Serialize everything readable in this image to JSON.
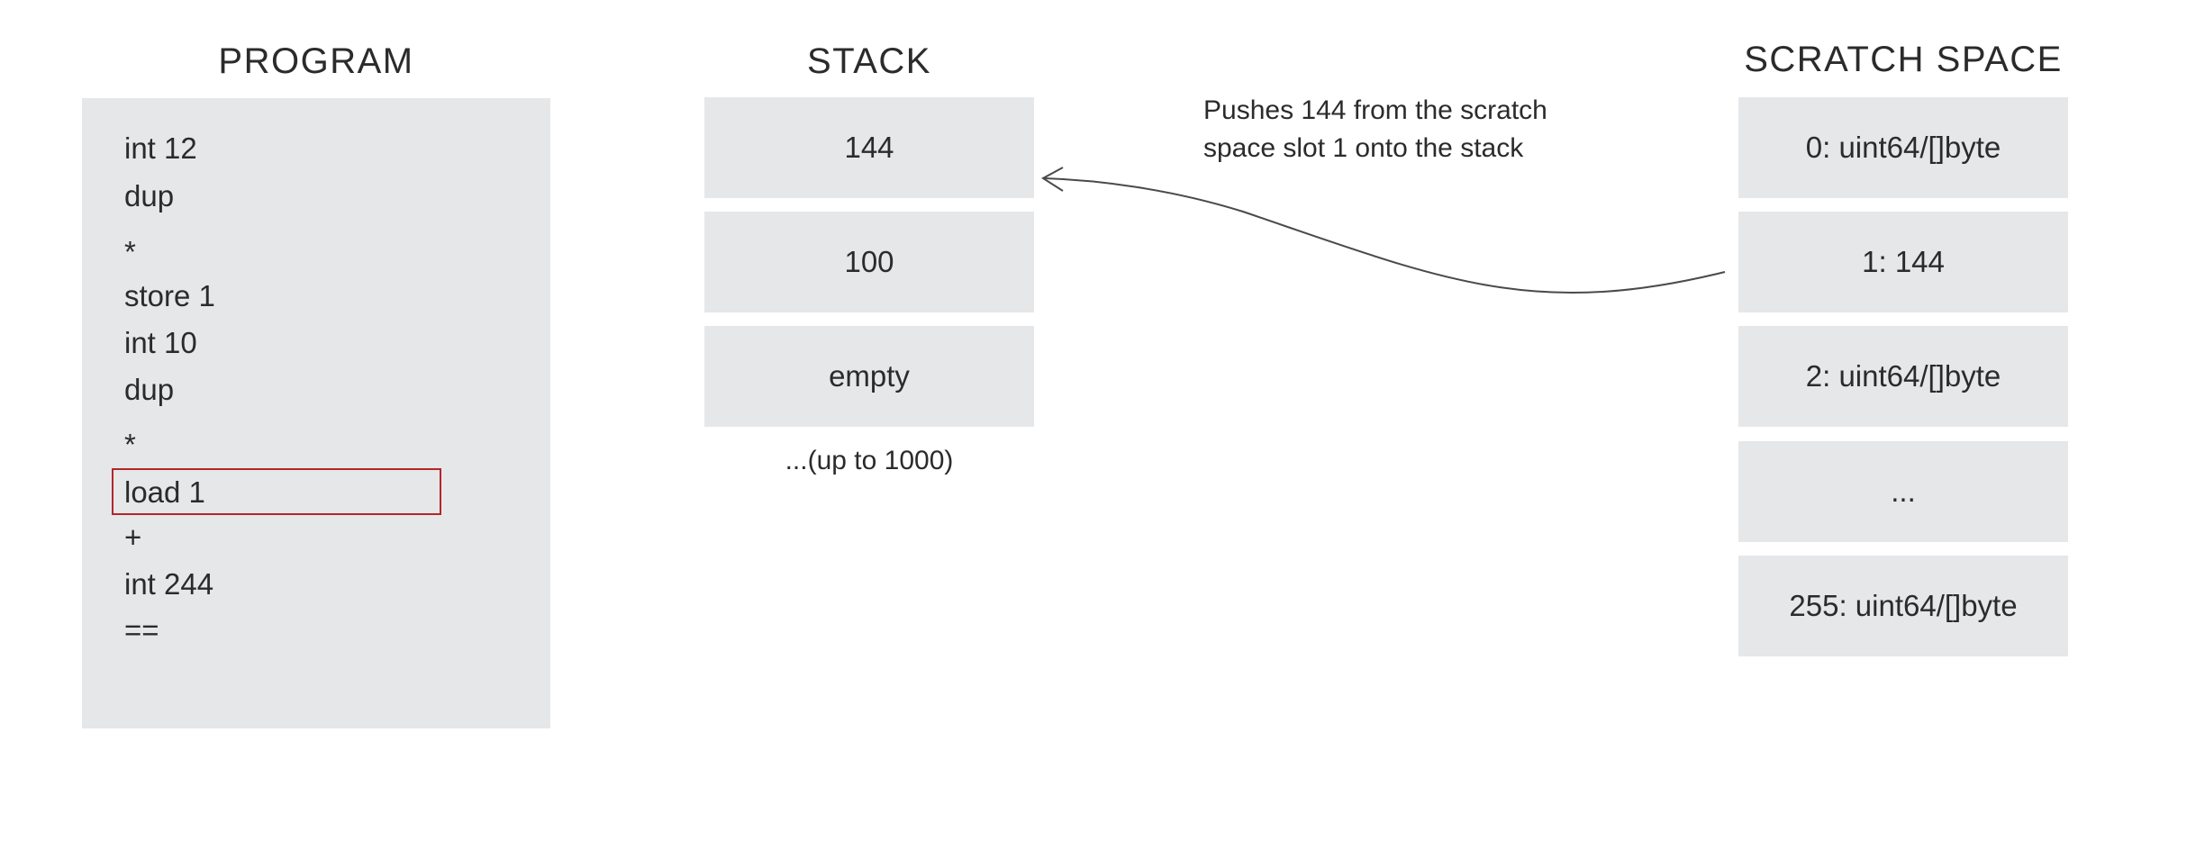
{
  "program": {
    "heading": "PROGRAM",
    "lines": [
      "int 12",
      "dup",
      "*",
      "store 1",
      "int 10",
      "dup",
      "*",
      "load 1",
      "+",
      "int 244",
      "=="
    ],
    "highlighted_line": "load 1"
  },
  "stack": {
    "heading": "STACK",
    "cells": [
      "144",
      "100",
      "empty"
    ],
    "note": "...(up to 1000)"
  },
  "annotation": {
    "line1": "Pushes 144 from the scratch",
    "line2": "space slot 1 onto the stack"
  },
  "scratch": {
    "heading": "SCRATCH SPACE",
    "cells": [
      "0: uint64/[]byte",
      "1: 144",
      "2: uint64/[]byte",
      "...",
      "255: uint64/[]byte"
    ]
  },
  "colors": {
    "panel": "#e6e7e9",
    "highlight": "#b3262a",
    "text": "#2b2b2b"
  }
}
